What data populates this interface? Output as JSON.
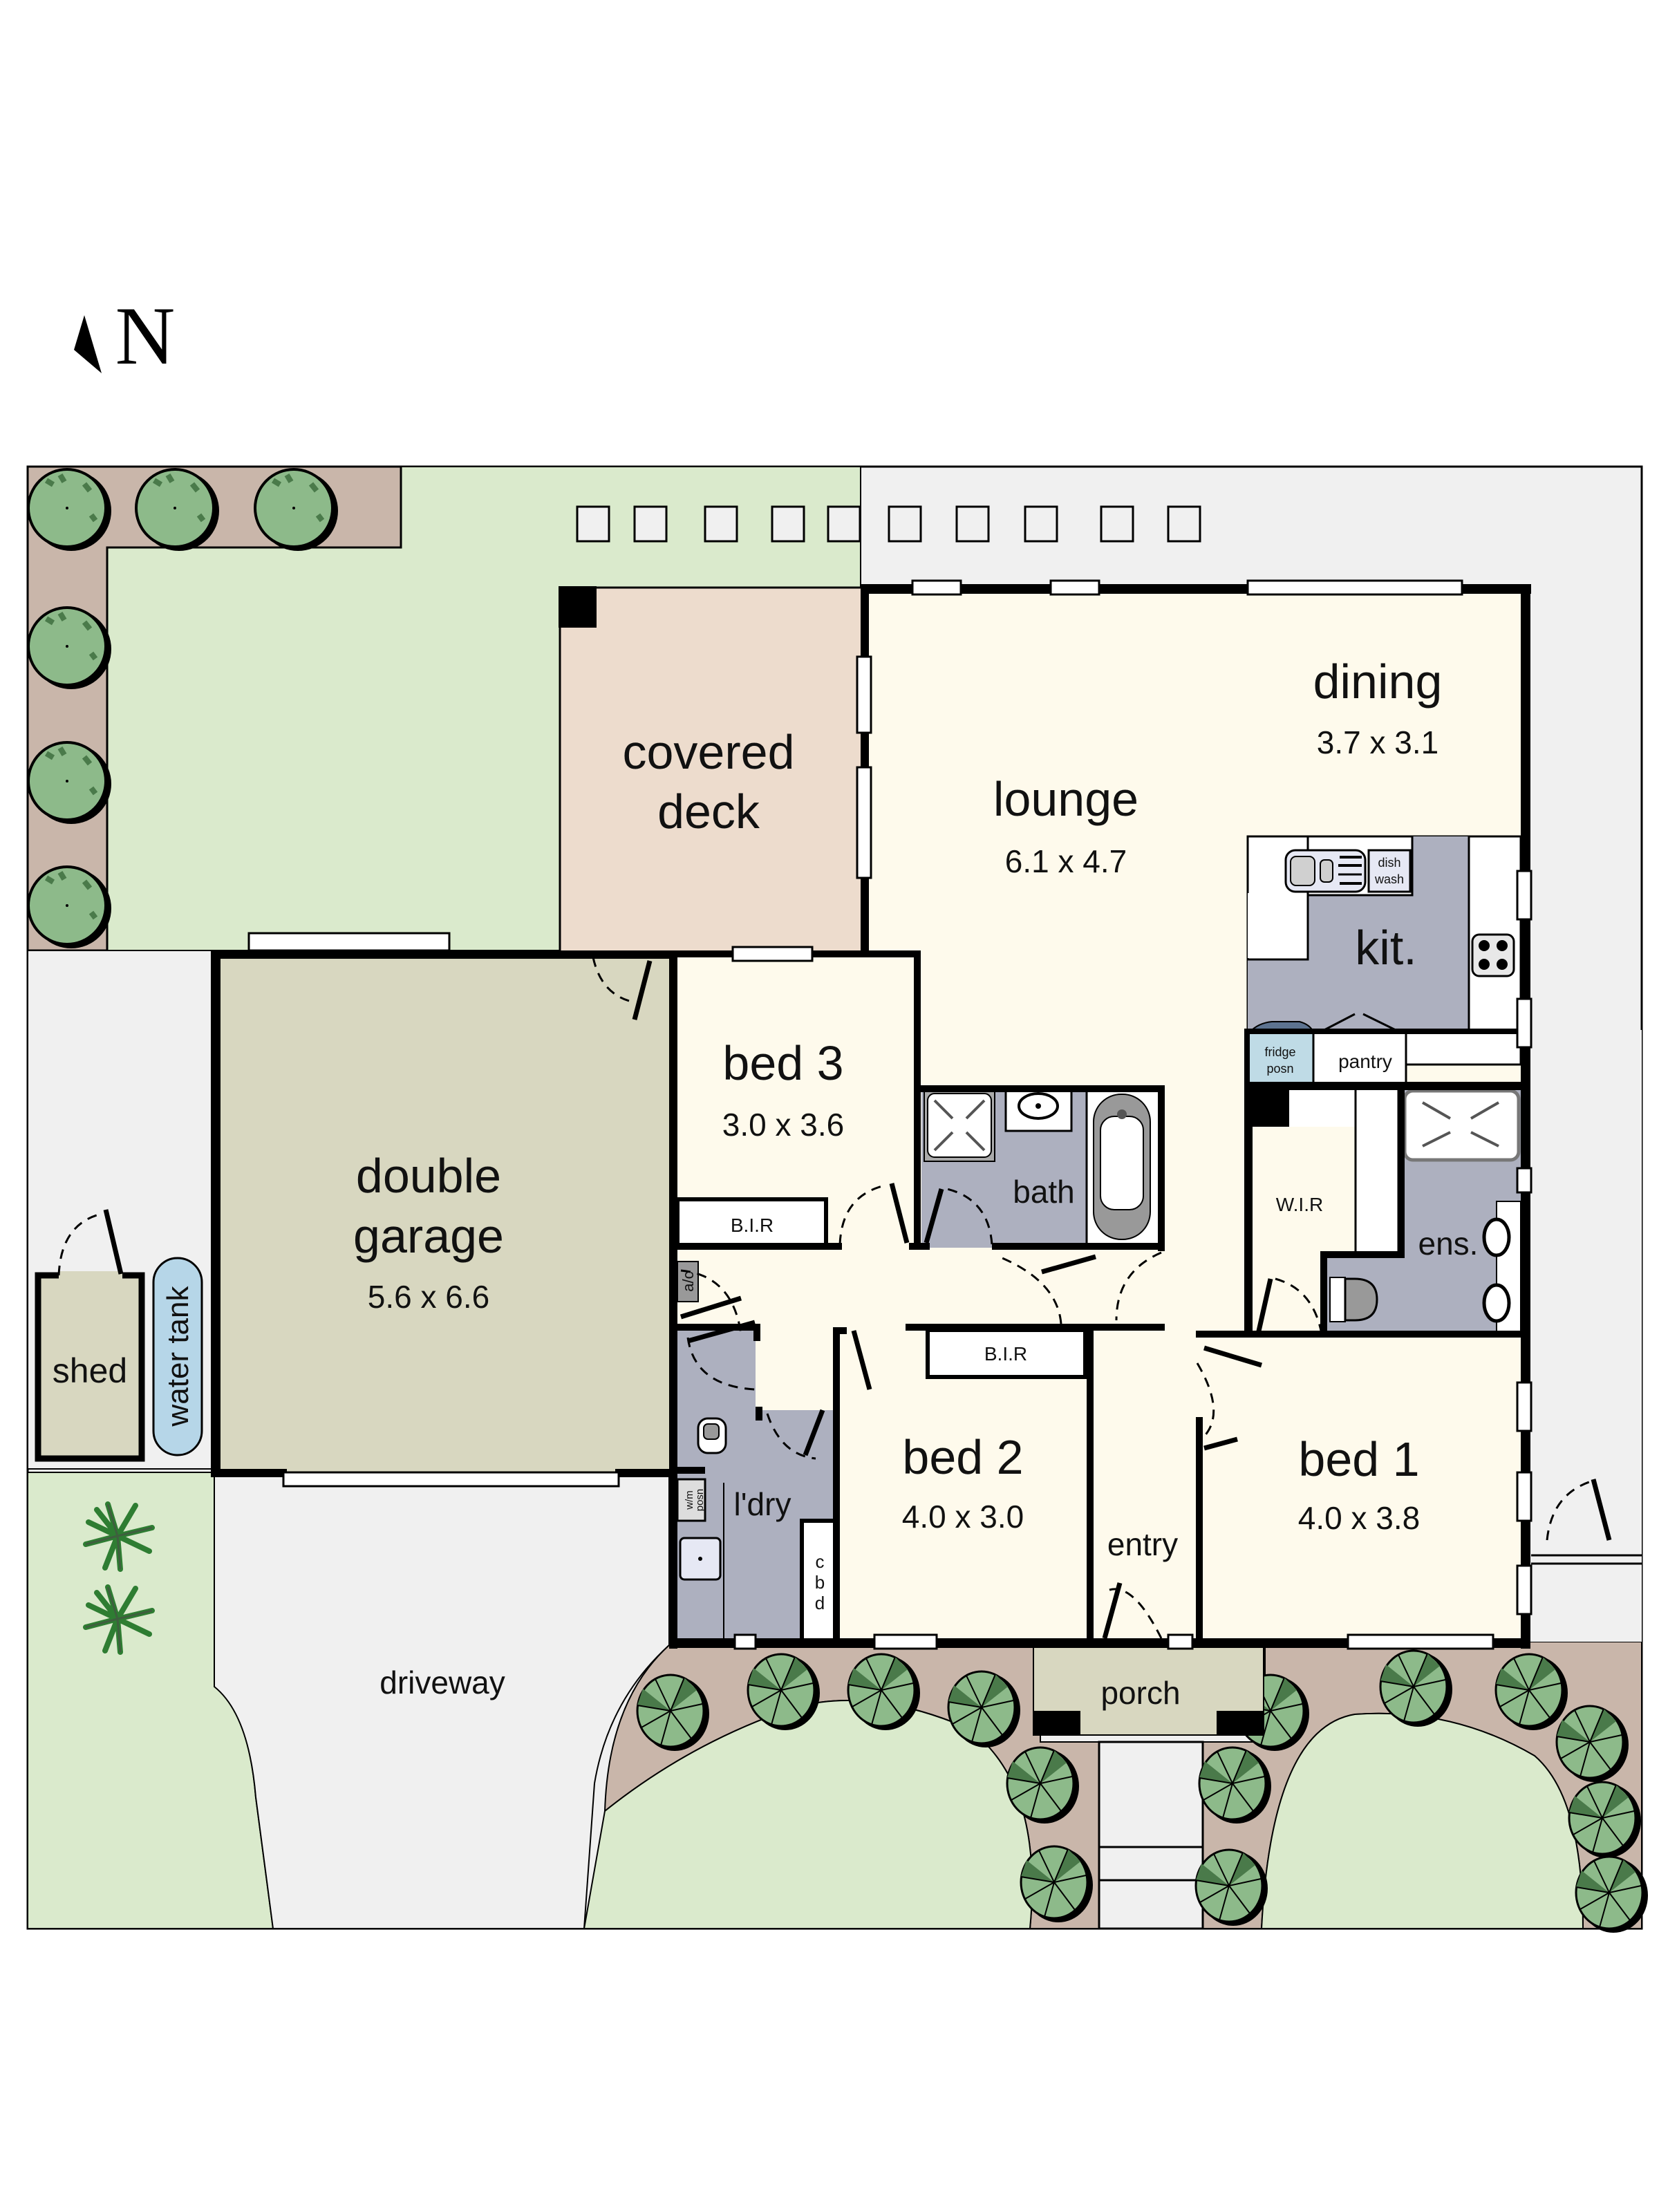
{
  "compass": {
    "label": "N",
    "icon": "north-arrow-icon"
  },
  "colors": {
    "background": "#ffffff",
    "living": "#fefaec",
    "wet_area": "#adb0bf",
    "garage": "#d8d7c0",
    "deck": "#eddccd",
    "lawn": "#daeacc",
    "garden_bed": "#c9b6aa",
    "paving": "#f0f0f0",
    "tree_light": "#8dba8a",
    "tree_dark": "#4a7a4a",
    "water_tank": "#b6d6e8",
    "fridge": "#bfdbe6",
    "wall": "#000000"
  },
  "rooms": {
    "dining": {
      "name": "dining",
      "size": "3.7 x 3.1"
    },
    "lounge": {
      "name": "lounge",
      "size": "6.1 x 4.7"
    },
    "covered_deck": {
      "name_line1": "covered",
      "name_line2": "deck"
    },
    "kitchen": {
      "name": "kit."
    },
    "dishwasher": {
      "line1": "dish",
      "line2": "wash"
    },
    "fridge": {
      "line1": "fridge",
      "line2": "posn"
    },
    "pantry": {
      "name": "pantry"
    },
    "bed3": {
      "name": "bed 3",
      "size": "3.0 x 3.6",
      "robe": "B.I.R"
    },
    "bath": {
      "name": "bath"
    },
    "wir": {
      "name": "W.I.R"
    },
    "ensuite": {
      "name": "ens."
    },
    "garage": {
      "name_line1": "double",
      "name_line2": "garage",
      "size": "5.6 x 6.6"
    },
    "ac": {
      "name": "a/c"
    },
    "bed2": {
      "name": "bed 2",
      "size": "4.0 x 3.0",
      "robe": "B.I.R"
    },
    "bed1": {
      "name": "bed 1",
      "size": "4.0 x 3.8"
    },
    "laundry": {
      "name": "l'dry",
      "wm_line1": "w/m",
      "wm_line2": "posn",
      "cupboard": [
        "c",
        "b",
        "d"
      ]
    },
    "entry": {
      "name": "entry"
    },
    "porch": {
      "name": "porch"
    },
    "shed": {
      "name": "shed"
    },
    "water_tank": {
      "name": "water tank"
    },
    "driveway": {
      "name": "driveway"
    }
  }
}
